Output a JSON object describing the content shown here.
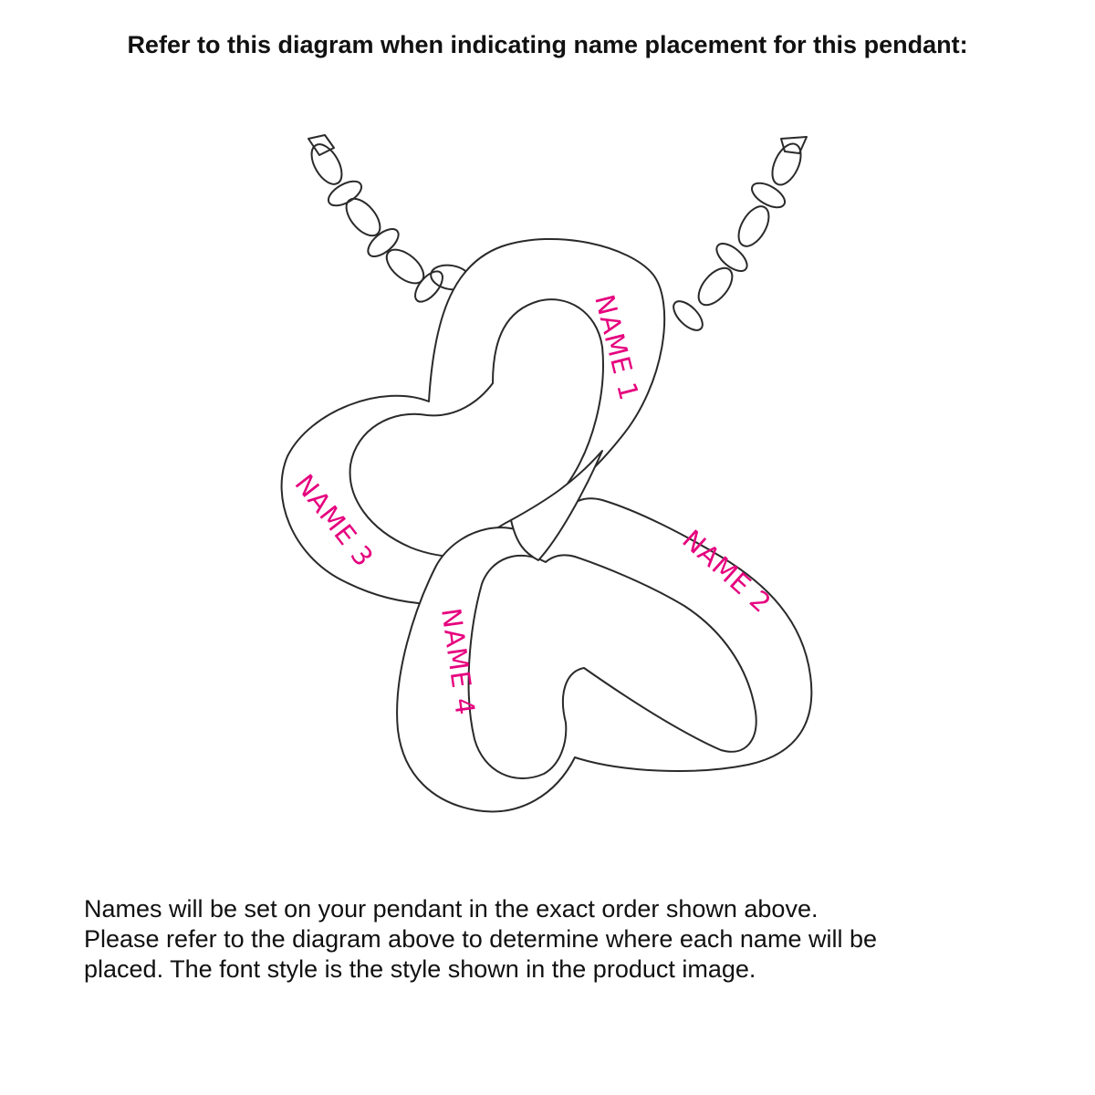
{
  "header": {
    "title": "Refer to this diagram when indicating name placement for this pendant:"
  },
  "diagram": {
    "labels": [
      "NAME 1",
      "NAME 2",
      "NAME 3",
      "NAME 4"
    ],
    "label_color": "#e6007e"
  },
  "footer": {
    "lines": [
      "Names will be set on your pendant in the exact order shown above.",
      "Please refer to the diagram above to determine where each name will be",
      "placed. The font style is the style shown in the product image."
    ]
  }
}
